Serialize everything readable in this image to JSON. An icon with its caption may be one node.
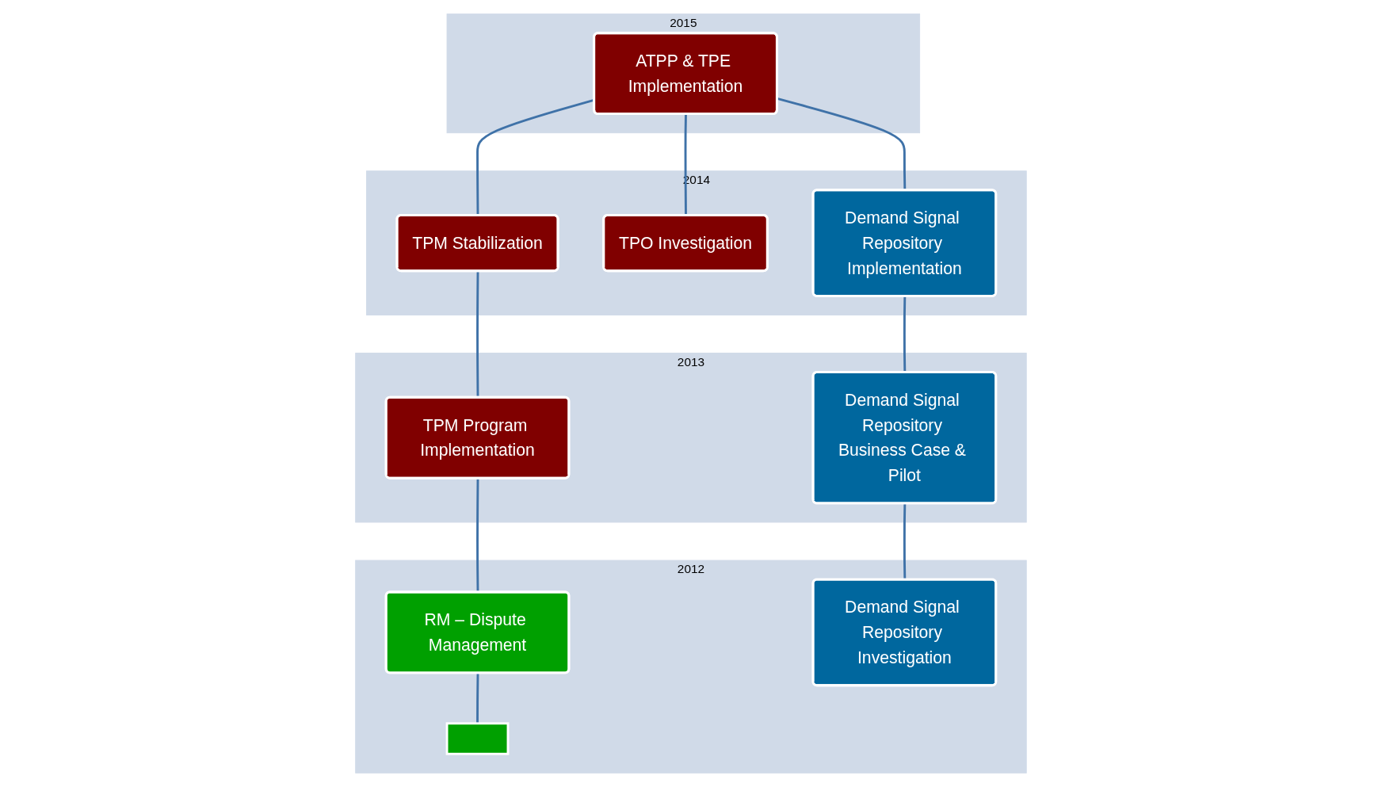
{
  "diagram": {
    "nodes": [
      {
        "text": [
          "2015"
        ]
      },
      {
        "text": [
          "ATPP & TPE Implementation"
        ],
        "in": 0
      },
      {
        "text": [
          "2014"
        ]
      },
      {
        "text": [
          "TPM Stabilization"
        ],
        "in": 2
      },
      {
        "text": [
          "TPO Investigation"
        ],
        "in": 2
      },
      {
        "text": [
          "Demand Signal Repository Implementation"
        ],
        "in": 2
      },
      {
        "text": [
          "2013"
        ]
      },
      {
        "text": [
          "TPM Program Implementation"
        ],
        "in": 6
      },
      {
        "text": [
          "Demand Signal Repository Business Case & Pilot"
        ],
        "in": 6
      },
      {
        "text": [
          "2012"
        ]
      },
      {
        "text": [
          "RM – Dispute Management"
        ],
        "in": 9
      },
      {
        "text": [],
        "shape": "box",
        "in": 9
      },
      {
        "text": [
          "Demand Signal Repository Investigation"
        ],
        "in": 9
      }
    ],
    "edges": [
      {
        "from": 1,
        "to": 3,
        "arrow": "none"
      },
      {
        "from": 1,
        "to": 4,
        "arrow": "none"
      },
      {
        "from": 1,
        "to": 5,
        "arrow": "none"
      },
      {
        "from": 3,
        "to": 7,
        "arrow": "none"
      },
      {
        "from": 7,
        "to": 10,
        "arrow": "none"
      },
      {
        "from": 10,
        "to": 11,
        "arrow": "none"
      },
      {
        "from": 5,
        "to": 8,
        "arrow": "none"
      },
      {
        "from": 8,
        "to": 12,
        "arrow": "none"
      }
    ]
  }
}
